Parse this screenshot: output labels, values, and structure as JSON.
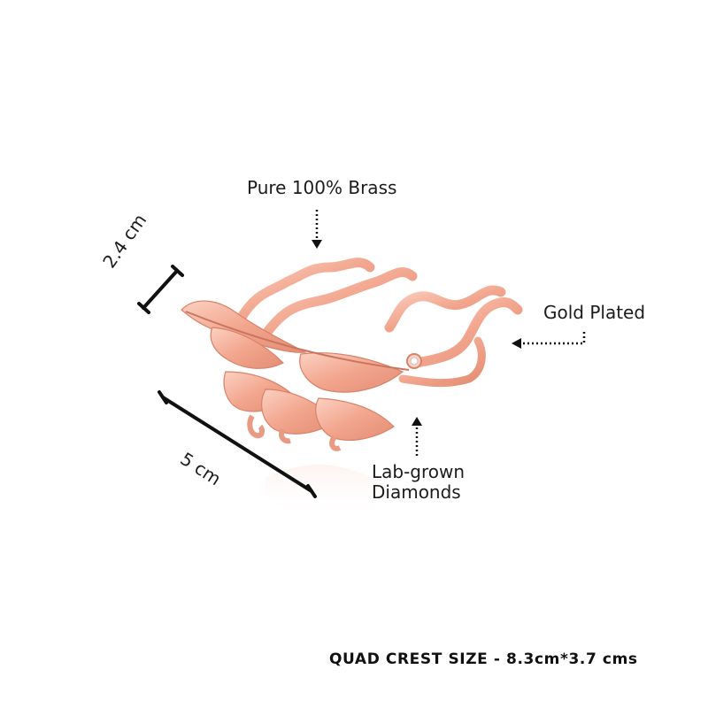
{
  "annotations": {
    "material": "Pure 100% Brass",
    "plating": "Gold Plated",
    "stone_line1": "Lab-grown",
    "stone_line2": "Diamonds",
    "height": "2.4 cm",
    "width": "5 cm"
  },
  "caption": "QUAD CREST SIZE - 8.3cm*3.7 cms",
  "colors": {
    "metal": "#f2a58d",
    "metal_dark": "#d9826a",
    "metal_light": "#fbd1c2",
    "text": "#1c1c1c"
  }
}
